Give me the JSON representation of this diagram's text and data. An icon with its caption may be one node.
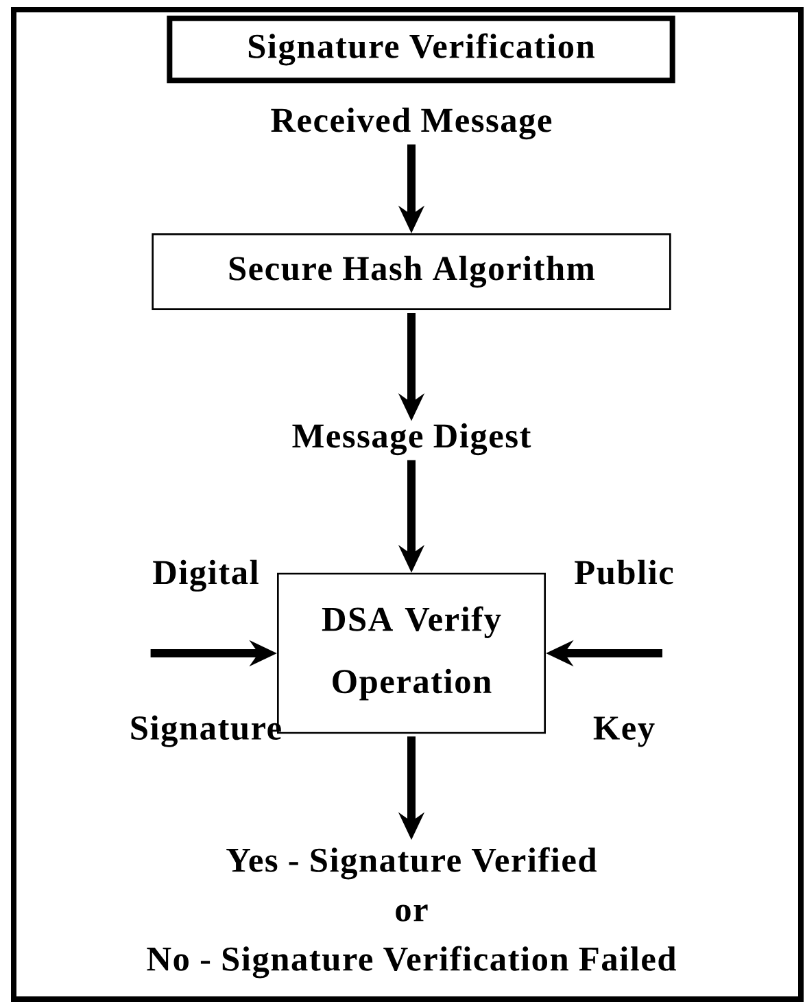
{
  "diagram": {
    "title": "Signature Verification",
    "nodes": [
      {
        "text": [
          "Received Message"
        ]
      },
      {
        "text": [
          "Secure Hash Algorithm"
        ]
      },
      {
        "text": [
          "Message Digest"
        ]
      },
      {
        "text": [
          "DSA Verify Operation"
        ]
      },
      {
        "text": [
          "Digital",
          "Signature"
        ]
      },
      {
        "text": [
          "Public",
          "Key"
        ]
      },
      {
        "text": [
          "Yes - Signature Verified",
          "or",
          "No - Signature Verification Failed"
        ]
      }
    ],
    "edges": [
      {
        "from": 0,
        "to": 1,
        "arrow": "to"
      },
      {
        "from": 1,
        "to": 2,
        "arrow": "to"
      },
      {
        "from": 2,
        "to": 3,
        "arrow": "to"
      },
      {
        "from": 4,
        "to": 3,
        "arrow": "to"
      },
      {
        "from": 5,
        "to": 3,
        "arrow": "to"
      },
      {
        "from": 3,
        "to": 6,
        "arrow": "to"
      }
    ]
  }
}
